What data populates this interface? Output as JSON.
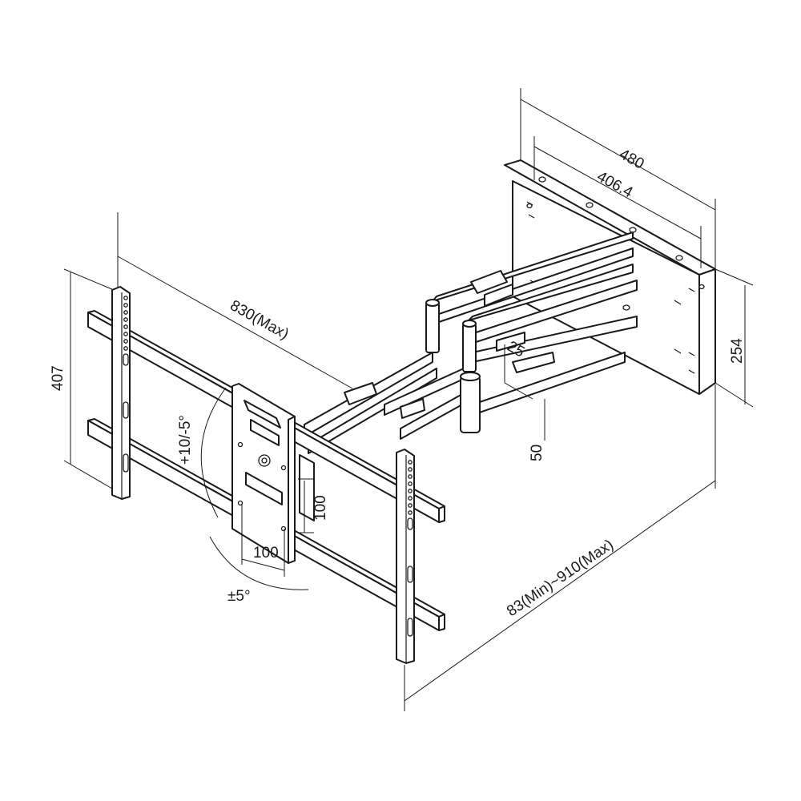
{
  "diagram": {
    "dimensions": {
      "wall_plate_width": "480",
      "wall_hole_spacing": "406.4",
      "wall_plate_height": "254",
      "arm_extension": "830(Max)",
      "tv_rail_height": "407",
      "vesa_vertical": "100",
      "vesa_horizontal": "100",
      "tilt_range": "+10/-5°",
      "swivel_range": "±5°",
      "depth_range": "83(Min)~910(Max)",
      "arm_offset_small": "25",
      "arm_offset": "50"
    },
    "colors": {
      "line": "#1a1a1a",
      "background": "#ffffff"
    }
  }
}
